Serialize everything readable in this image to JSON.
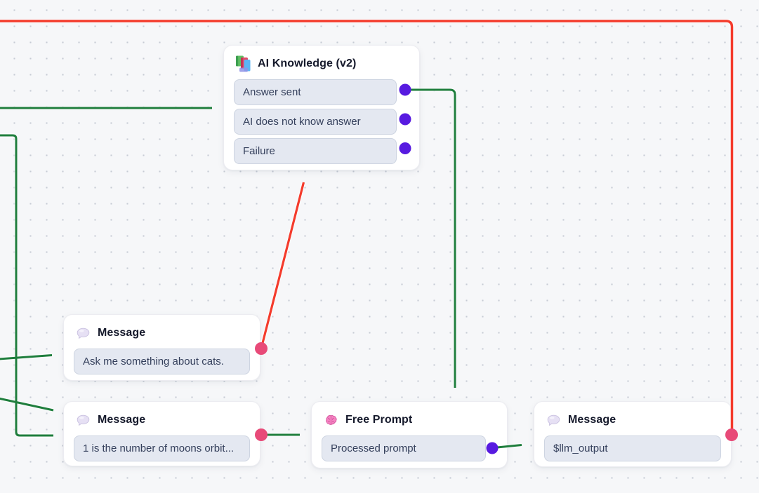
{
  "canvas": {
    "background": "#f6f7f9",
    "dot_color": "#c7ccd5"
  },
  "colors": {
    "edge_green": "#1f7e3d",
    "edge_red": "#f43b2c",
    "port_purple": "#571ae0",
    "port_pink": "#e84a78",
    "row_bg": "#e4e8f1",
    "node_bg": "#ffffff",
    "row_text": "#35405c",
    "title_text": "#15192b"
  },
  "nodes": {
    "ai_knowledge": {
      "title": "AI Knowledge (v2)",
      "icon": "knowledge-books-icon",
      "outputs": [
        {
          "label": "Answer sent"
        },
        {
          "label": "AI does not know answer"
        },
        {
          "label": "Failure"
        }
      ]
    },
    "message_cats": {
      "title": "Message",
      "icon": "message-bubble-icon",
      "body": "Ask me something about cats."
    },
    "message_moons": {
      "title": "Message",
      "icon": "message-bubble-icon",
      "body": "1 is the number of moons orbit..."
    },
    "free_prompt": {
      "title": "Free Prompt",
      "icon": "brain-icon",
      "body": "Processed prompt"
    },
    "message_llm": {
      "title": "Message",
      "icon": "message-bubble-icon",
      "body": "$llm_output"
    }
  }
}
